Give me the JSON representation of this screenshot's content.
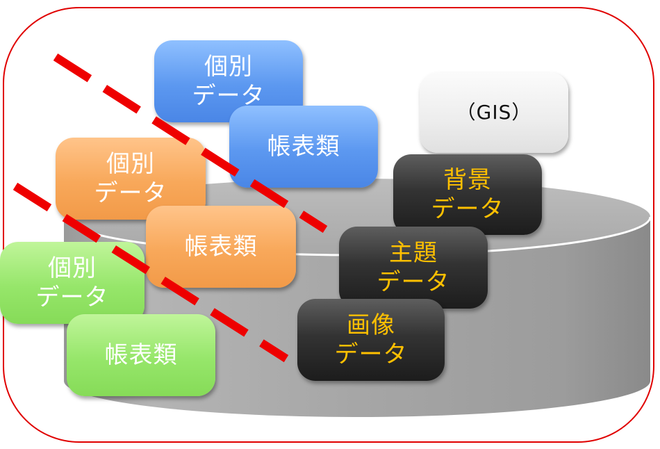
{
  "colors": {
    "frame": "#e00000",
    "dash": "#ee0000",
    "dark_text": "#ffc000",
    "cylinder": "#a9a9a9"
  },
  "blue_group": {
    "individual": "個別\nデータ",
    "ledger": "帳表類"
  },
  "orange_group": {
    "individual": "個別\nデータ",
    "ledger": "帳表類"
  },
  "green_group": {
    "individual": "個別\nデータ",
    "ledger": "帳表類"
  },
  "gis_label": "（GIS）",
  "layers": {
    "background": "背景\nデータ",
    "theme": "主題\nデータ",
    "image": "画像\nデータ"
  }
}
